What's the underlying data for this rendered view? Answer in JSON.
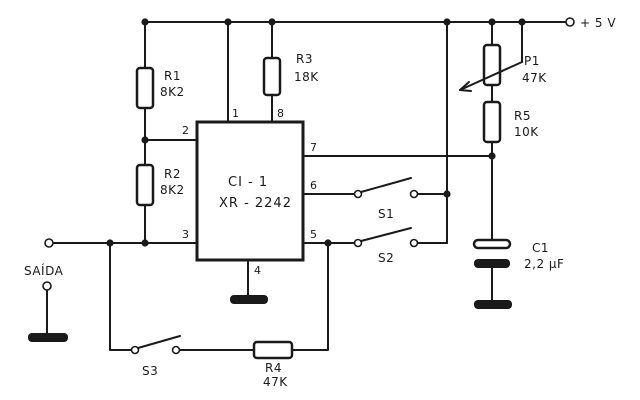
{
  "supply": {
    "label": "+ 5 V"
  },
  "output": {
    "label": "SAÍDA"
  },
  "ic": {
    "line1": "CI - 1",
    "line2": "XR - 2242",
    "pins": [
      "1",
      "8",
      "2",
      "7",
      "6",
      "3",
      "5",
      "4"
    ]
  },
  "resistors": {
    "r1": {
      "name": "R1",
      "value": "8K2"
    },
    "r2": {
      "name": "R2",
      "value": "8K2"
    },
    "r3": {
      "name": "R3",
      "value": "18K"
    },
    "r4": {
      "name": "R4",
      "value": "47K"
    },
    "r5": {
      "name": "R5",
      "value": "10K"
    }
  },
  "potentiometer": {
    "name": "P1",
    "value": "47K"
  },
  "capacitor": {
    "name": "C1",
    "value": "2,2 µF"
  },
  "switches": {
    "s1": "S1",
    "s2": "S2",
    "s3": "S3"
  },
  "colors": {
    "ink": "#1a1a1a",
    "background": "#ffffff"
  }
}
